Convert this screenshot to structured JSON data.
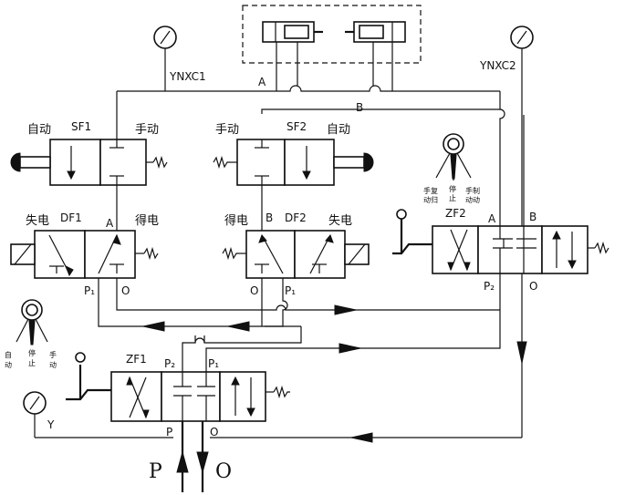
{
  "gauges": {
    "left": "YNXC1",
    "right": "YNXC2",
    "bottom": "Y"
  },
  "ports": {
    "A_top": "A",
    "B_top": "B",
    "P_big": "P",
    "O_big": "O"
  },
  "valves": {
    "sf1": {
      "name": "SF1",
      "left": "自动",
      "right": "手动"
    },
    "sf2": {
      "name": "SF2",
      "left": "手动",
      "right": "自动"
    },
    "df1": {
      "name": "DF1",
      "left": "失电",
      "right": "得电",
      "port_a": "A",
      "port_p": "P₁",
      "port_o": "O"
    },
    "df2": {
      "name": "DF2",
      "left": "得电",
      "right": "失电",
      "port_b": "B",
      "port_o": "O",
      "port_p": "P₁"
    },
    "zf2": {
      "name": "ZF2",
      "port_a": "A",
      "port_b": "B",
      "port_p": "P₂",
      "port_o": "O"
    },
    "zf1": {
      "name": "ZF1",
      "port_p2": "P₂",
      "port_p1": "P₁",
      "port_p": "P",
      "port_o": "O"
    }
  },
  "knob_top": {
    "l1": "手复",
    "l1b": "动归",
    "c1": "停",
    "c1b": "止",
    "r1": "手制",
    "r1b": "动动"
  },
  "knob_left": {
    "l": "自",
    "lb": "动",
    "c": "停",
    "cb": "止",
    "r": "手",
    "rb": "动"
  }
}
